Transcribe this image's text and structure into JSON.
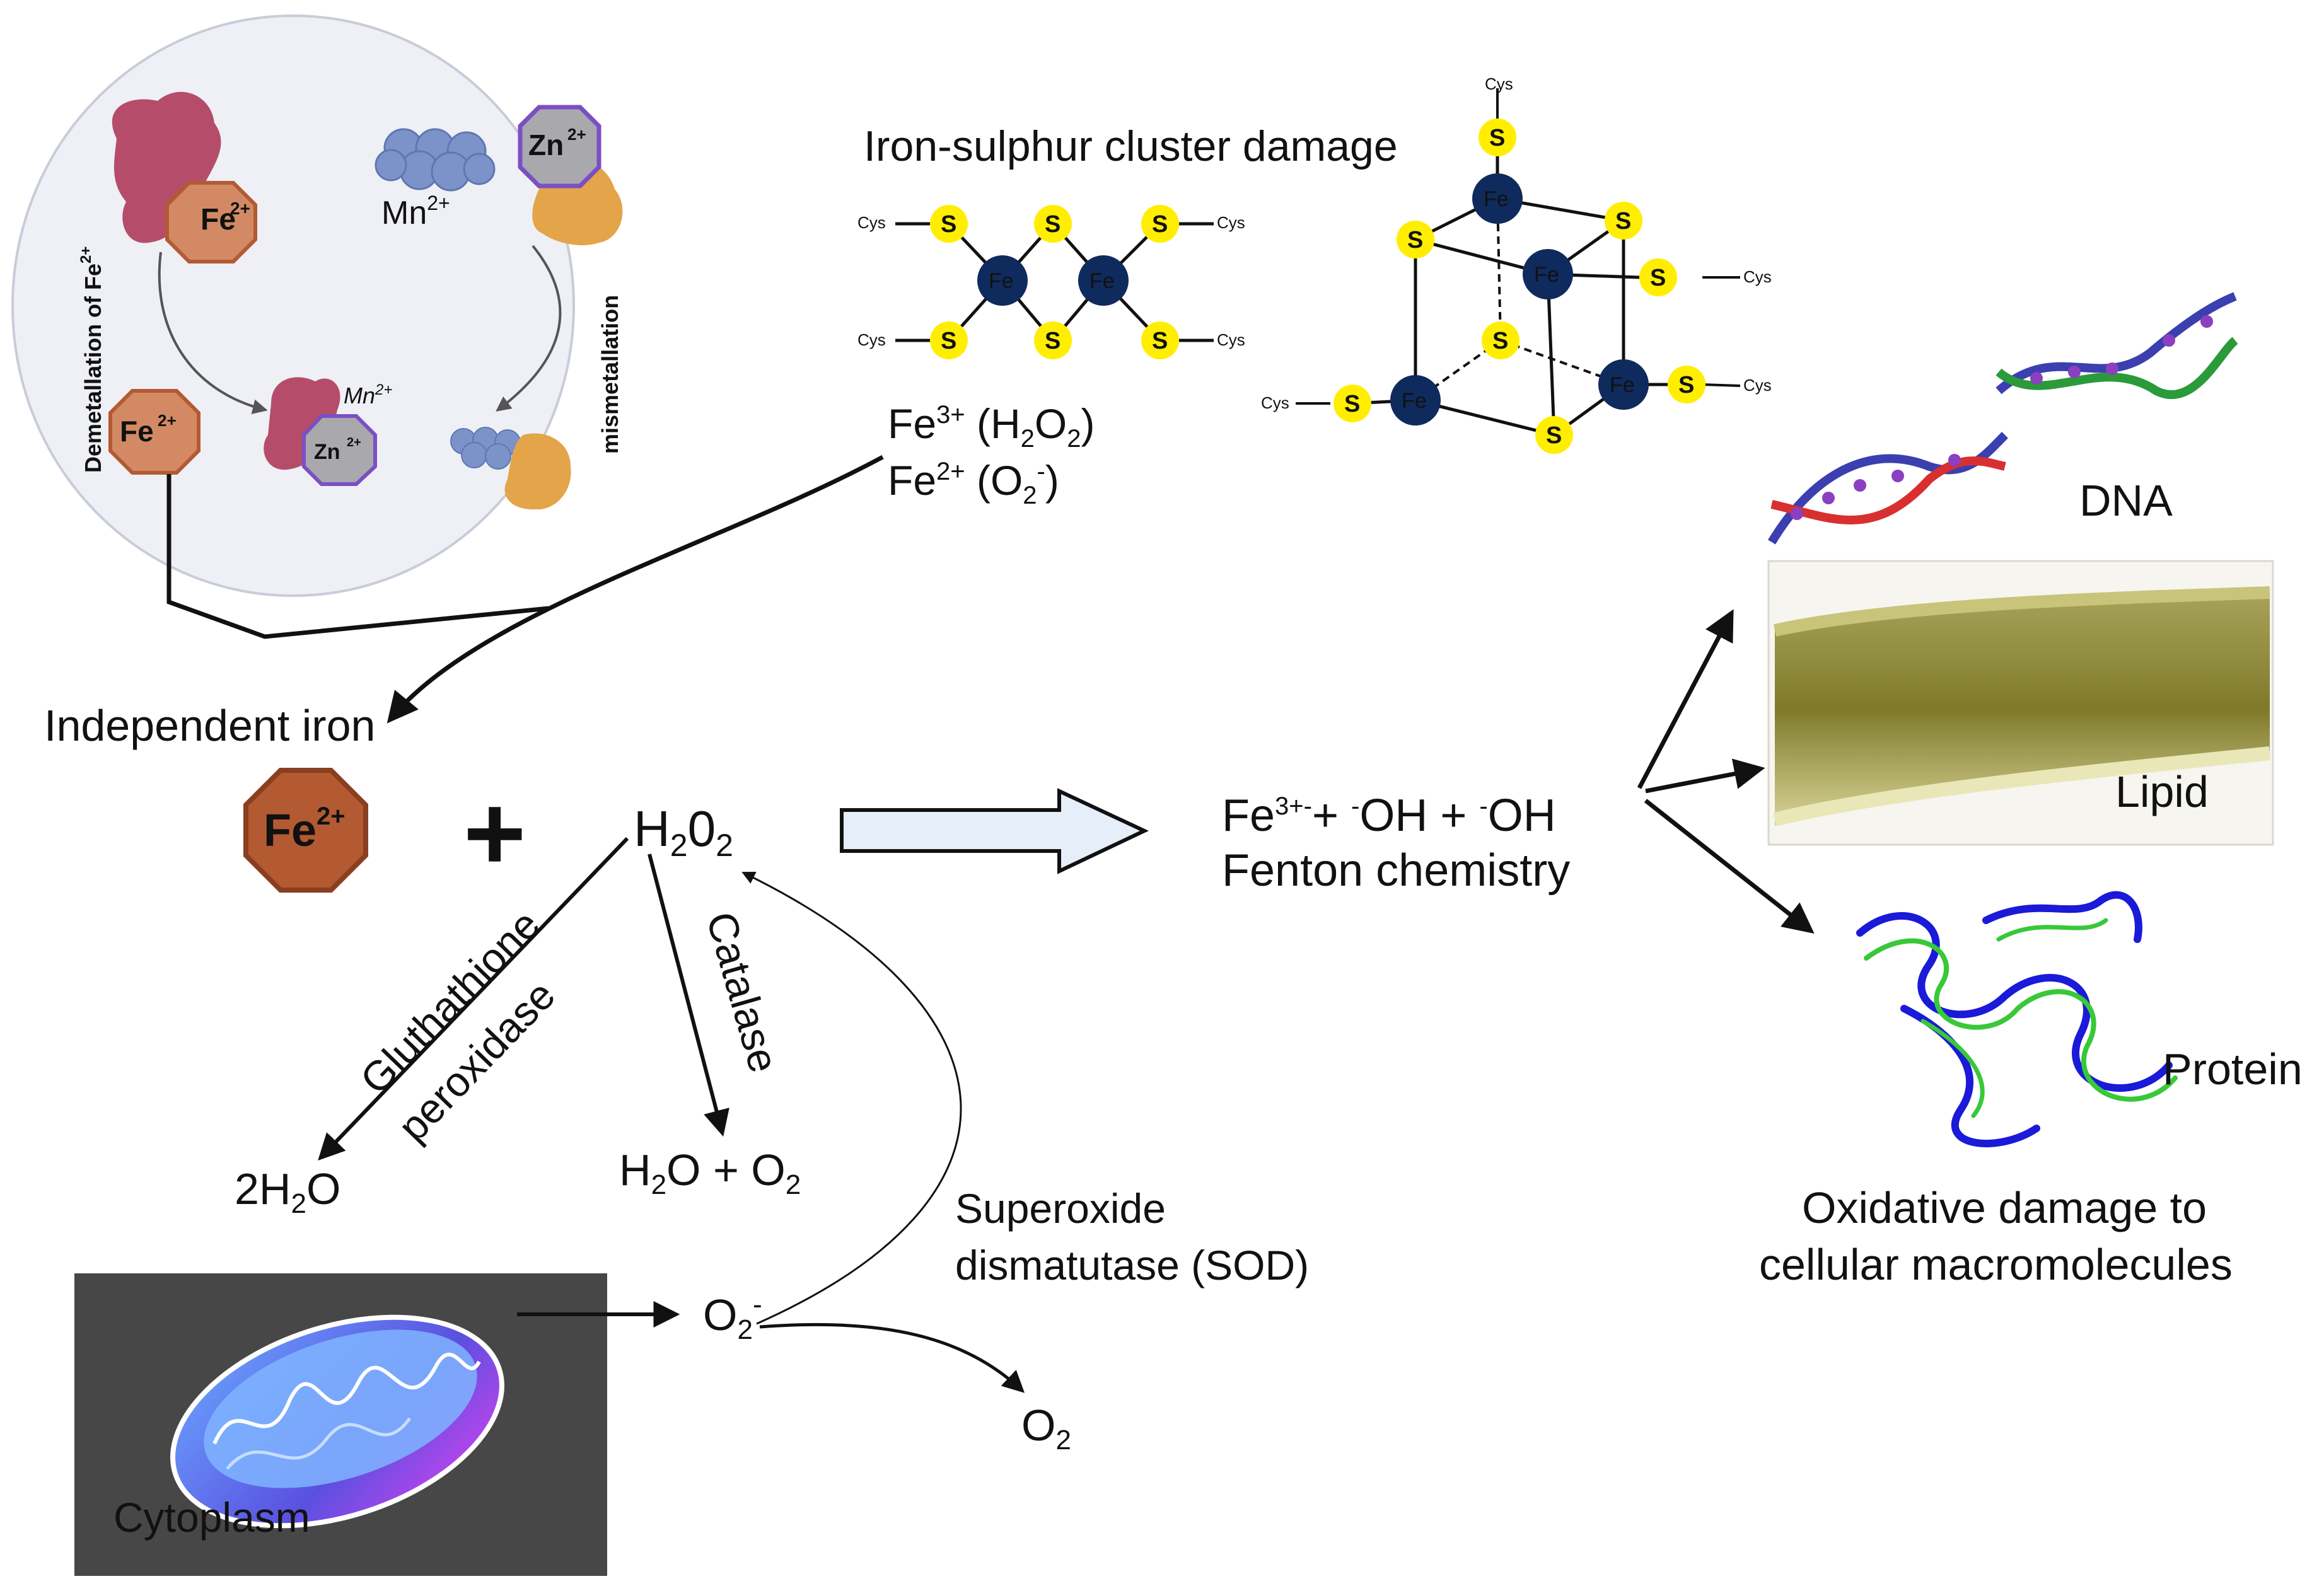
{
  "inset": {
    "mn_label": "Mn",
    "mn_charge": "2+",
    "zn_label": "Zn",
    "zn_charge": "2+",
    "fe_label": "Fe",
    "fe_charge": "2+",
    "demetallation_label": "Demetallation of Fe",
    "demetallation_charge": "2+",
    "mismetallation_label": "mismetallation",
    "mn_small_label": "Mn",
    "mn_small_charge": "2+"
  },
  "cluster": {
    "title": "Iron-sulphur cluster damage",
    "fe_atom": "Fe",
    "s_atom": "S",
    "cys": "Cys"
  },
  "fe_ox": {
    "line1_a": "Fe",
    "line1_sup": "3+",
    "line1_b": " (H",
    "line1_sub1": "2",
    "line1_c": "O",
    "line1_sub2": "2",
    "line1_d": ")",
    "line2_a": "Fe",
    "line2_sup": "2+",
    "line2_b": " (O",
    "line2_sub": "2",
    "line2_sup2": "-",
    "line2_c": ")"
  },
  "independent_iron": "Independent iron",
  "fe_big": {
    "label": "Fe",
    "charge": "2+"
  },
  "plus": "+",
  "h2o2": {
    "a": "H",
    "sub1": "2",
    "b": "0",
    "sub2": "2"
  },
  "fenton": {
    "line1_a": "Fe",
    "line1_sup": "3+-",
    "line1_b": "+ ",
    "line1_sup2": "-",
    "line1_c": "OH + ",
    "line1_sup3": "-",
    "line1_d": "OH",
    "line2": "Fenton chemistry"
  },
  "gpx": {
    "line1": "Gluthathione",
    "line2": "peroxidase"
  },
  "catalase": "Catalase",
  "water": {
    "a": "2H",
    "sub": "2",
    "b": "O"
  },
  "h2o_o2": {
    "a": "H",
    "sub1": "2",
    "b": "O + O",
    "sub2": "2"
  },
  "sod": {
    "line1": "Superoxide",
    "line2": "dismatutase (SOD)"
  },
  "superoxide": {
    "a": "O",
    "sub": "2",
    "sup": "-"
  },
  "o2": {
    "a": "O",
    "sub": "2"
  },
  "cytoplasm": "Cytoplasm",
  "targets": {
    "dna": "DNA",
    "lipid": "Lipid",
    "protein": "Protein",
    "caption_line1": "Oxidative damage to",
    "caption_line2": "cellular macromolecules"
  },
  "colors": {
    "fe_octagon": "#b35a33",
    "zn_octagon": "#7b4fc4",
    "fe_atom": "#0f2a5c",
    "s_atom": "#ffee00",
    "protein_pink": "#b54d6a",
    "protein_orange": "#e3a44a",
    "mn_blue": "#7c93c9"
  }
}
